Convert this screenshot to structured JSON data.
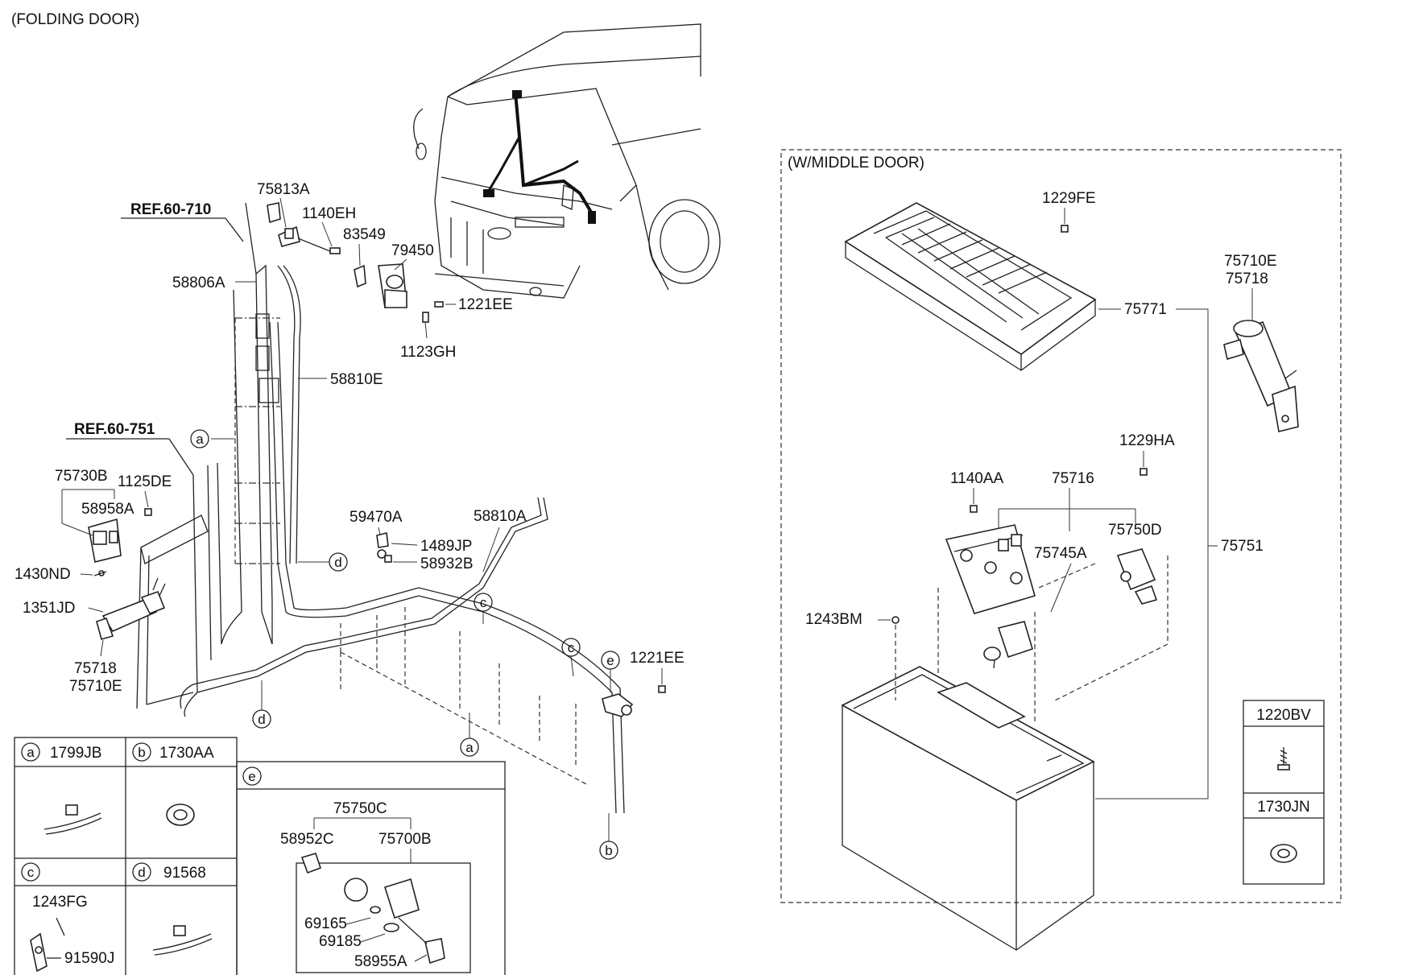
{
  "headers": {
    "folding_door": "(FOLDING DOOR)",
    "middle_door": "(W/MIDDLE DOOR)"
  },
  "refs": {
    "ref_60_710": "REF.60-710",
    "ref_60_751": "REF.60-751"
  },
  "left_labels": {
    "l75813A": "75813A",
    "l1140EH": "1140EH",
    "l83549": "83549",
    "l79450": "79450",
    "l1221EE_top": "1221EE",
    "l1123GH": "1123GH",
    "l58806A": "58806A",
    "l58810E": "58810E",
    "l75730B": "75730B",
    "l1125DE": "1125DE",
    "l58958A": "58958A",
    "l1430ND": "1430ND",
    "l1351JD": "1351JD",
    "l75718": "75718",
    "l75710E": "75710E",
    "l59470A": "59470A",
    "l1489JP": "1489JP",
    "l58932B": "58932B",
    "l58810A": "58810A",
    "l1221EE_bottom": "1221EE"
  },
  "circle_letters": {
    "a": "a",
    "b": "b",
    "c": "c",
    "d": "d",
    "e": "e"
  },
  "legend_table": {
    "a_part": "1799JB",
    "b_part": "1730AA",
    "c_part_1": "1243FG",
    "c_part_2": "91590J",
    "d_part": "91568",
    "e_parent": "75750C",
    "e_child_1": "58952C",
    "e_child_2": "75700B",
    "e_sub_1": "69165",
    "e_sub_2": "69185",
    "e_sub_3": "58955A"
  },
  "right_labels": {
    "r1229FE": "1229FE",
    "r75710E": "75710E",
    "r75718": "75718",
    "r75771": "75771",
    "r1229HA": "1229HA",
    "r1140AA": "1140AA",
    "r75716": "75716",
    "r75750D": "75750D",
    "r75745A": "75745A",
    "r75751": "75751",
    "r1243BM": "1243BM"
  },
  "side_table": {
    "part_1": "1220BV",
    "part_2": "1730JN"
  }
}
